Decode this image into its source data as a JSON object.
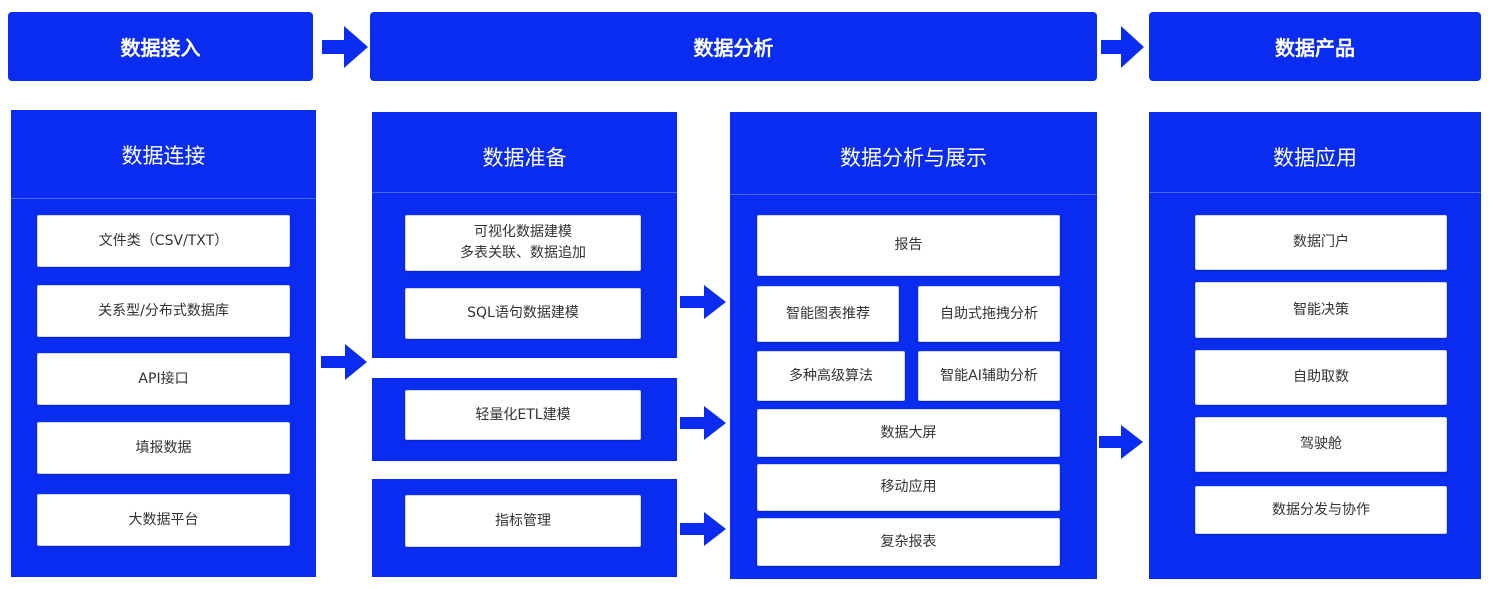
{
  "colors": {
    "accent": "#0a2cf0",
    "box_bg": "#ffffff",
    "text": "#333333"
  },
  "stages": {
    "ingest": "数据接入",
    "analysis": "数据分析",
    "product": "数据产品"
  },
  "connect": {
    "title": "数据连接",
    "items": [
      "文件类（CSV/TXT）",
      "关系型/分布式数据库",
      "API接口",
      "填报数据",
      "大数据平台"
    ]
  },
  "prepare": {
    "title": "数据准备",
    "modeling_line1": "可视化数据建模",
    "modeling_line2": "多表关联、数据追加",
    "sql": "SQL语句数据建模",
    "etl": "轻量化ETL建模",
    "metrics": "指标管理"
  },
  "analyze": {
    "title": "数据分析与展示",
    "report": "报告",
    "smart_chart": "智能图表推荐",
    "self_drag": "自助式拖拽分析",
    "algorithms": "多种高级算法",
    "ai_assist": "智能AI辅助分析",
    "big_screen": "数据大屏",
    "mobile": "移动应用",
    "complex_report": "复杂报表"
  },
  "apply": {
    "title": "数据应用",
    "items": [
      "数据门户",
      "智能决策",
      "自助取数",
      "驾驶舱",
      "数据分发与协作"
    ]
  },
  "icons": {
    "arrow": "arrow-right-icon"
  }
}
